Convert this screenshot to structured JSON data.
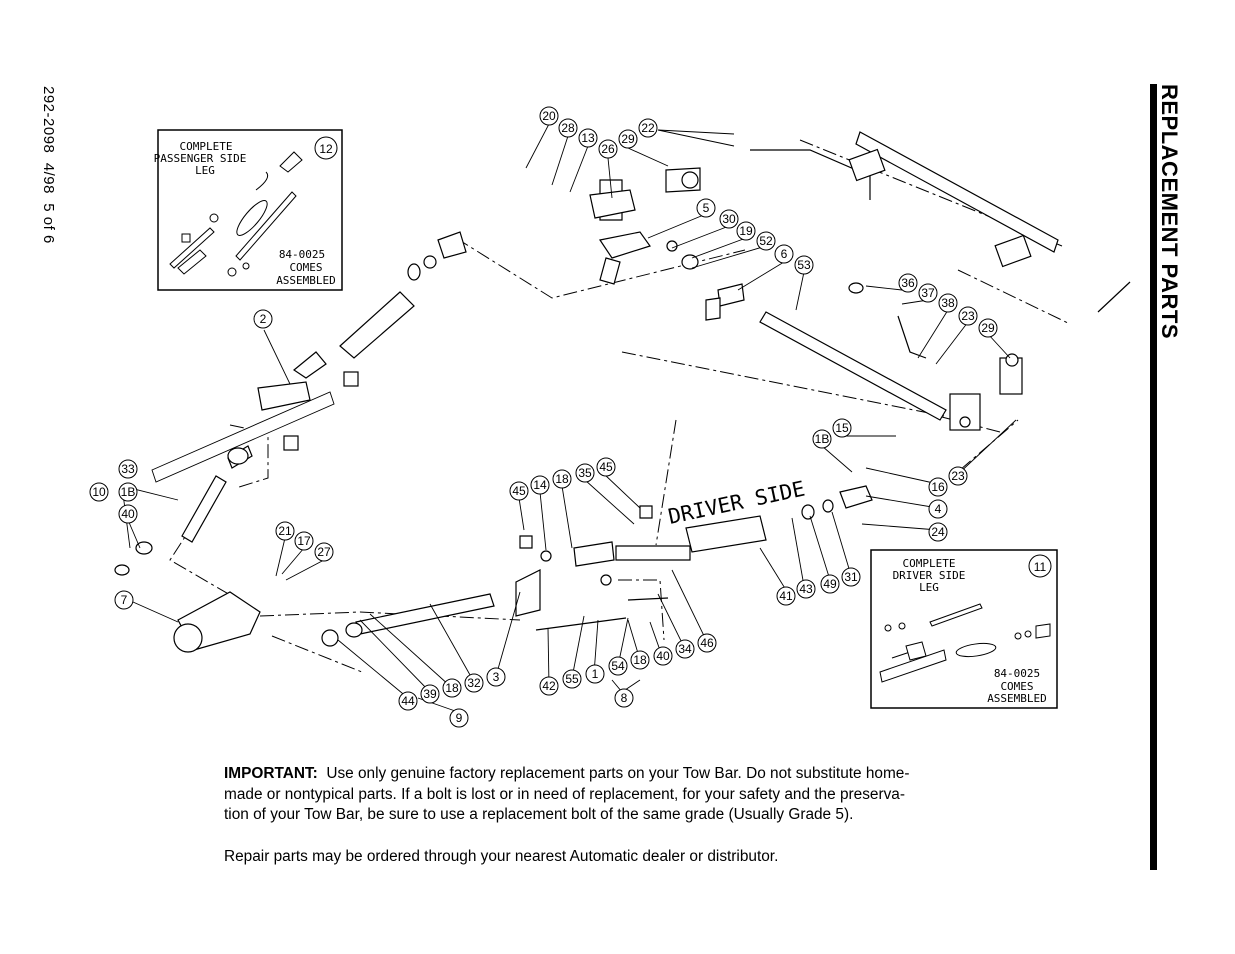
{
  "document": {
    "side_code": "292-2098  4/98  5 of 6",
    "section_title": "REPLACEMENT PARTS",
    "label_driver_side": "DRIVER SIDE",
    "passenger_box": {
      "title_lines": [
        "COMPLETE",
        "PASSENGER SIDE",
        "LEG"
      ],
      "number": "12",
      "note_lines": [
        "84-0025",
        "COMES",
        "ASSEMBLED"
      ]
    },
    "driver_box": {
      "title_lines": [
        "COMPLETE",
        "DRIVER SIDE",
        "LEG"
      ],
      "number": "11",
      "note_lines": [
        "84-0025",
        "COMES",
        "ASSEMBLED"
      ]
    },
    "callouts": [
      "20",
      "28",
      "13",
      "29",
      "22",
      "26",
      "5",
      "30",
      "19",
      "52",
      "6",
      "53",
      "36",
      "37",
      "38",
      "23",
      "29",
      "2",
      "12",
      "33",
      "10",
      "1B",
      "40",
      "7",
      "21",
      "17",
      "27",
      "45",
      "14",
      "18",
      "35",
      "45",
      "15",
      "1B",
      "16",
      "23",
      "4",
      "24",
      "41",
      "43",
      "49",
      "31",
      "44",
      "39",
      "18",
      "32",
      "3",
      "9",
      "42",
      "55",
      "1",
      "54",
      "18",
      "40",
      "34",
      "46",
      "8",
      "11"
    ],
    "notes": {
      "important_label": "IMPORTANT:",
      "important_lines": [
        "Use only genuine factory replacement parts on your Tow Bar.  Do not substitute home-",
        "made or nontypical parts.  If a bolt is lost or in need of replacement, for your safety and the preserva-",
        "tion of your Tow Bar, be sure to use a replacement bolt of the same grade (Usually Grade 5)."
      ],
      "repair_line": "Repair parts may be ordered through your nearest Automatic dealer or distributor."
    }
  }
}
